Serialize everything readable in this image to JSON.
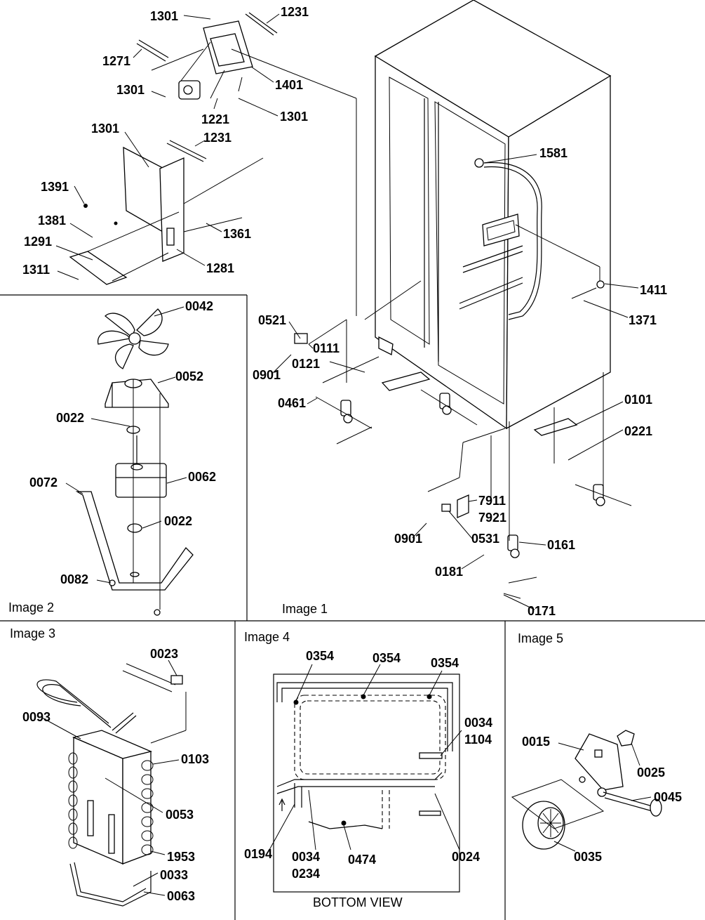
{
  "panels": {
    "image1": "Image 1",
    "image2": "Image 2",
    "image3": "Image 3",
    "image4": "Image 4",
    "image5": "Image 5",
    "bottom_view": "BOTTOM VIEW"
  },
  "labels": {
    "p1301a": "1301",
    "p1231a": "1231",
    "p1271": "1271",
    "p1301b": "1301",
    "p1401": "1401",
    "p1221": "1221",
    "p1301c": "1301",
    "p1301d": "1301",
    "p1231b": "1231",
    "p1391": "1391",
    "p1381": "1381",
    "p1361": "1361",
    "p1291": "1291",
    "p1311": "1311",
    "p1281": "1281",
    "p1581": "1581",
    "p1411": "1411",
    "p1371": "1371",
    "p0521": "0521",
    "p0111": "0111",
    "p0121": "0121",
    "p0901a": "0901",
    "p0461": "0461",
    "p0101": "0101",
    "p0221": "0221",
    "p7911": "7911",
    "p7921": "7921",
    "p0531": "0531",
    "p0901b": "0901",
    "p0161": "0161",
    "p0181": "0181",
    "p0171": "0171",
    "p0042": "0042",
    "p0052": "0052",
    "p0022a": "0022",
    "p0062": "0062",
    "p0072": "0072",
    "p0022b": "0022",
    "p0082": "0082",
    "p0023": "0023",
    "p0093": "0093",
    "p0103": "0103",
    "p0053": "0053",
    "p1953": "1953",
    "p0033": "0033",
    "p0063": "0063",
    "p0354a": "0354",
    "p0354b": "0354",
    "p0354c": "0354",
    "p0034a": "0034",
    "p1104": "1104",
    "p0194": "0194",
    "p0034b": "0034",
    "p0234": "0234",
    "p0474": "0474",
    "p0024": "0024",
    "p0015": "0015",
    "p0025": "0025",
    "p0045": "0045",
    "p0035": "0035"
  }
}
